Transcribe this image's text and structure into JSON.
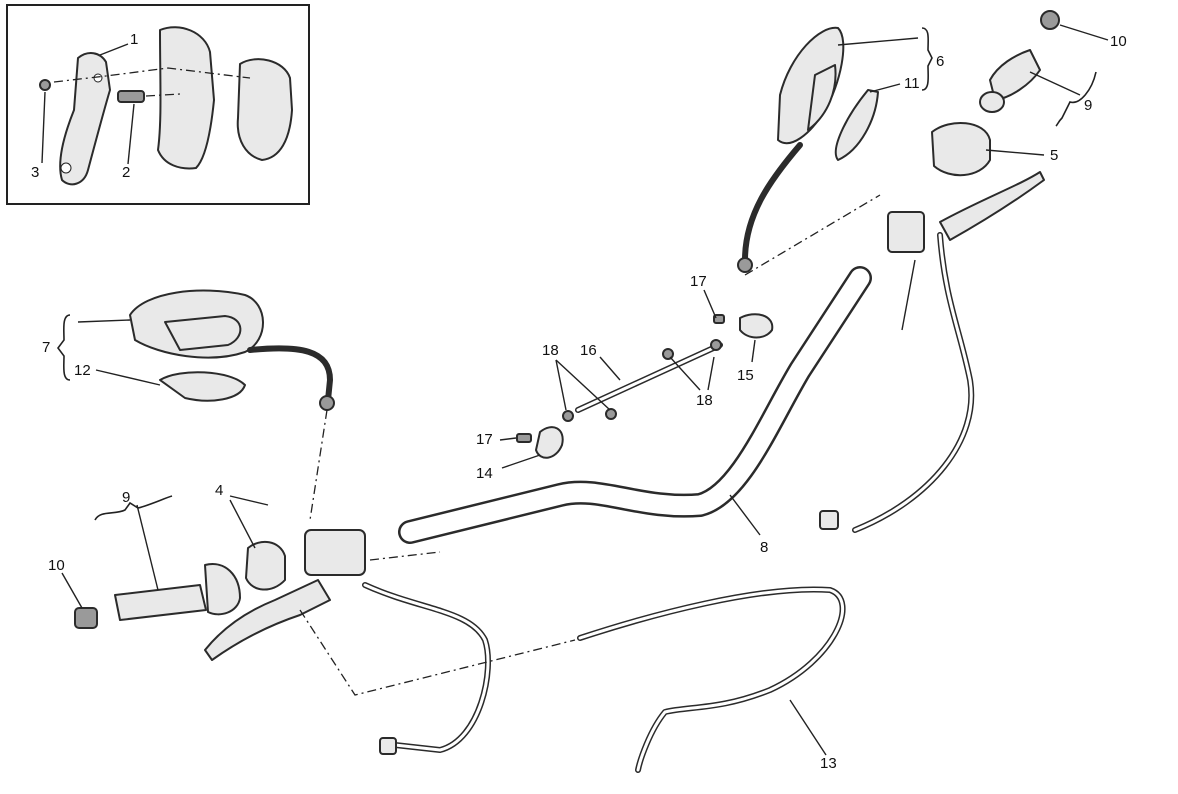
{
  "callouts": {
    "c1": "1",
    "c2": "2",
    "c3": "3",
    "c4": "4",
    "c5": "5",
    "c6": "6",
    "c7": "7",
    "c8": "8",
    "c9_left": "9",
    "c9_right": "9",
    "c10_left": "10",
    "c10_right": "10",
    "c11": "11",
    "c12": "12",
    "c13": "13",
    "c14": "14",
    "c15": "15",
    "c16": "16",
    "c17_top": "17",
    "c17_bottom": "17",
    "c18_left": "18",
    "c18_right": "18"
  },
  "colors": {
    "line": "#2b2b2b",
    "part_fill": "#e9e9e9",
    "background": "#ffffff"
  },
  "icons": {
    "inset": "detail-inset-box"
  }
}
